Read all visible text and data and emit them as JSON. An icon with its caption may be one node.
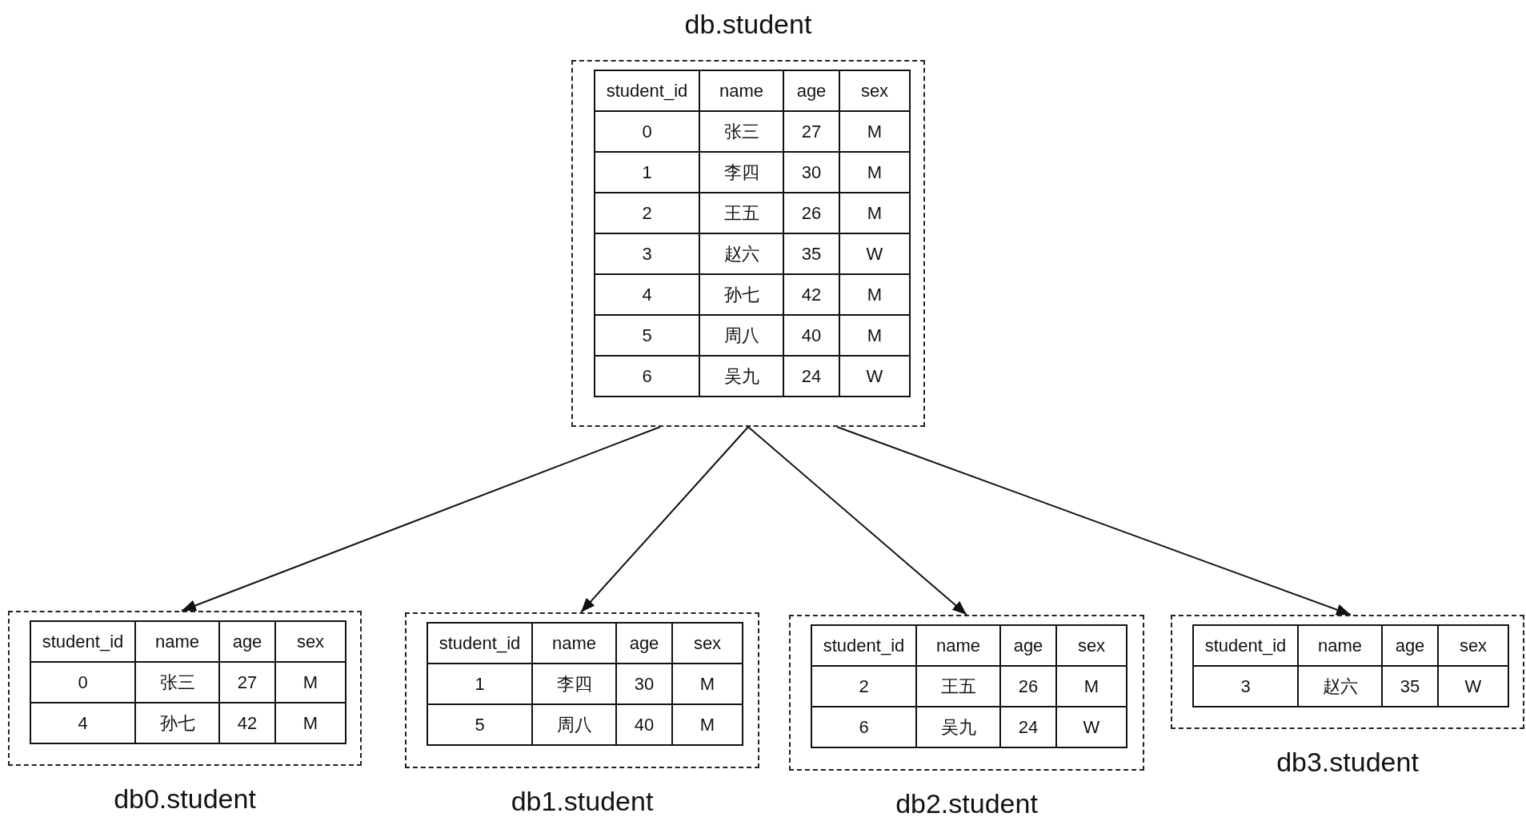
{
  "diagram": {
    "nodes": [
      {
        "text": [
          "db.student"
        ]
      },
      {
        "text": [
          "db0.student"
        ]
      },
      {
        "text": [
          "db1.student"
        ]
      },
      {
        "text": [
          "db2.student"
        ]
      },
      {
        "text": [
          "db3.student"
        ]
      }
    ],
    "edges": [
      {
        "from": 0,
        "to": 1,
        "arrow": "to"
      },
      {
        "from": 0,
        "to": 2,
        "arrow": "to"
      },
      {
        "from": 0,
        "to": 3,
        "arrow": "to"
      },
      {
        "from": 0,
        "to": 4,
        "arrow": "to"
      }
    ],
    "labels": [
      "student_id",
      "name",
      "age",
      "sex",
      "0",
      "张三",
      "27",
      "M",
      "1",
      "李四",
      "30",
      "M",
      "2",
      "王五",
      "26",
      "M",
      "3",
      "赵六",
      "35",
      "W",
      "4",
      "孙七",
      "42",
      "M",
      "5",
      "周八",
      "40",
      "M",
      "6",
      "吴九",
      "24",
      "W",
      "student_id",
      "name",
      "age",
      "sex",
      "0",
      "张三",
      "27",
      "M",
      "4",
      "孙七",
      "42",
      "M",
      "student_id",
      "name",
      "age",
      "sex",
      "1",
      "李四",
      "30",
      "M",
      "5",
      "周八",
      "40",
      "M",
      "student_id",
      "name",
      "age",
      "sex",
      "2",
      "王五",
      "26",
      "M",
      "6",
      "吴九",
      "24",
      "W",
      "student_id",
      "name",
      "age",
      "sex",
      "3",
      "赵六",
      "35",
      "W"
    ]
  }
}
